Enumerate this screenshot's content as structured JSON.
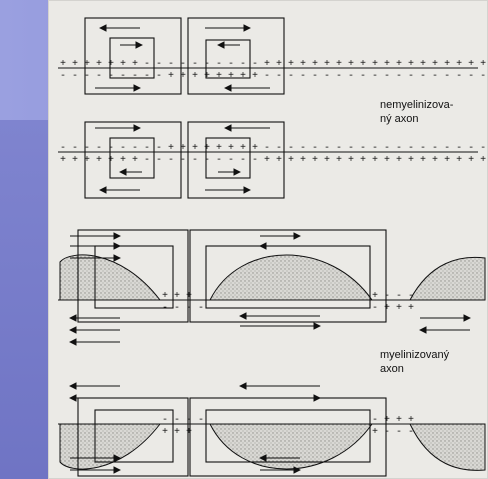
{
  "labels": {
    "unmyelinated_line1": "nemyelinizova-",
    "unmyelinated_line2": "ný axon",
    "myelinated_line1": "myelinizovaný",
    "myelinated_line2": "axon"
  },
  "colors": {
    "slide_background": "#8c8fd6",
    "paper": "#ebeae6",
    "ink": "#111111",
    "myelin_stipple": "#9a9a96"
  }
}
